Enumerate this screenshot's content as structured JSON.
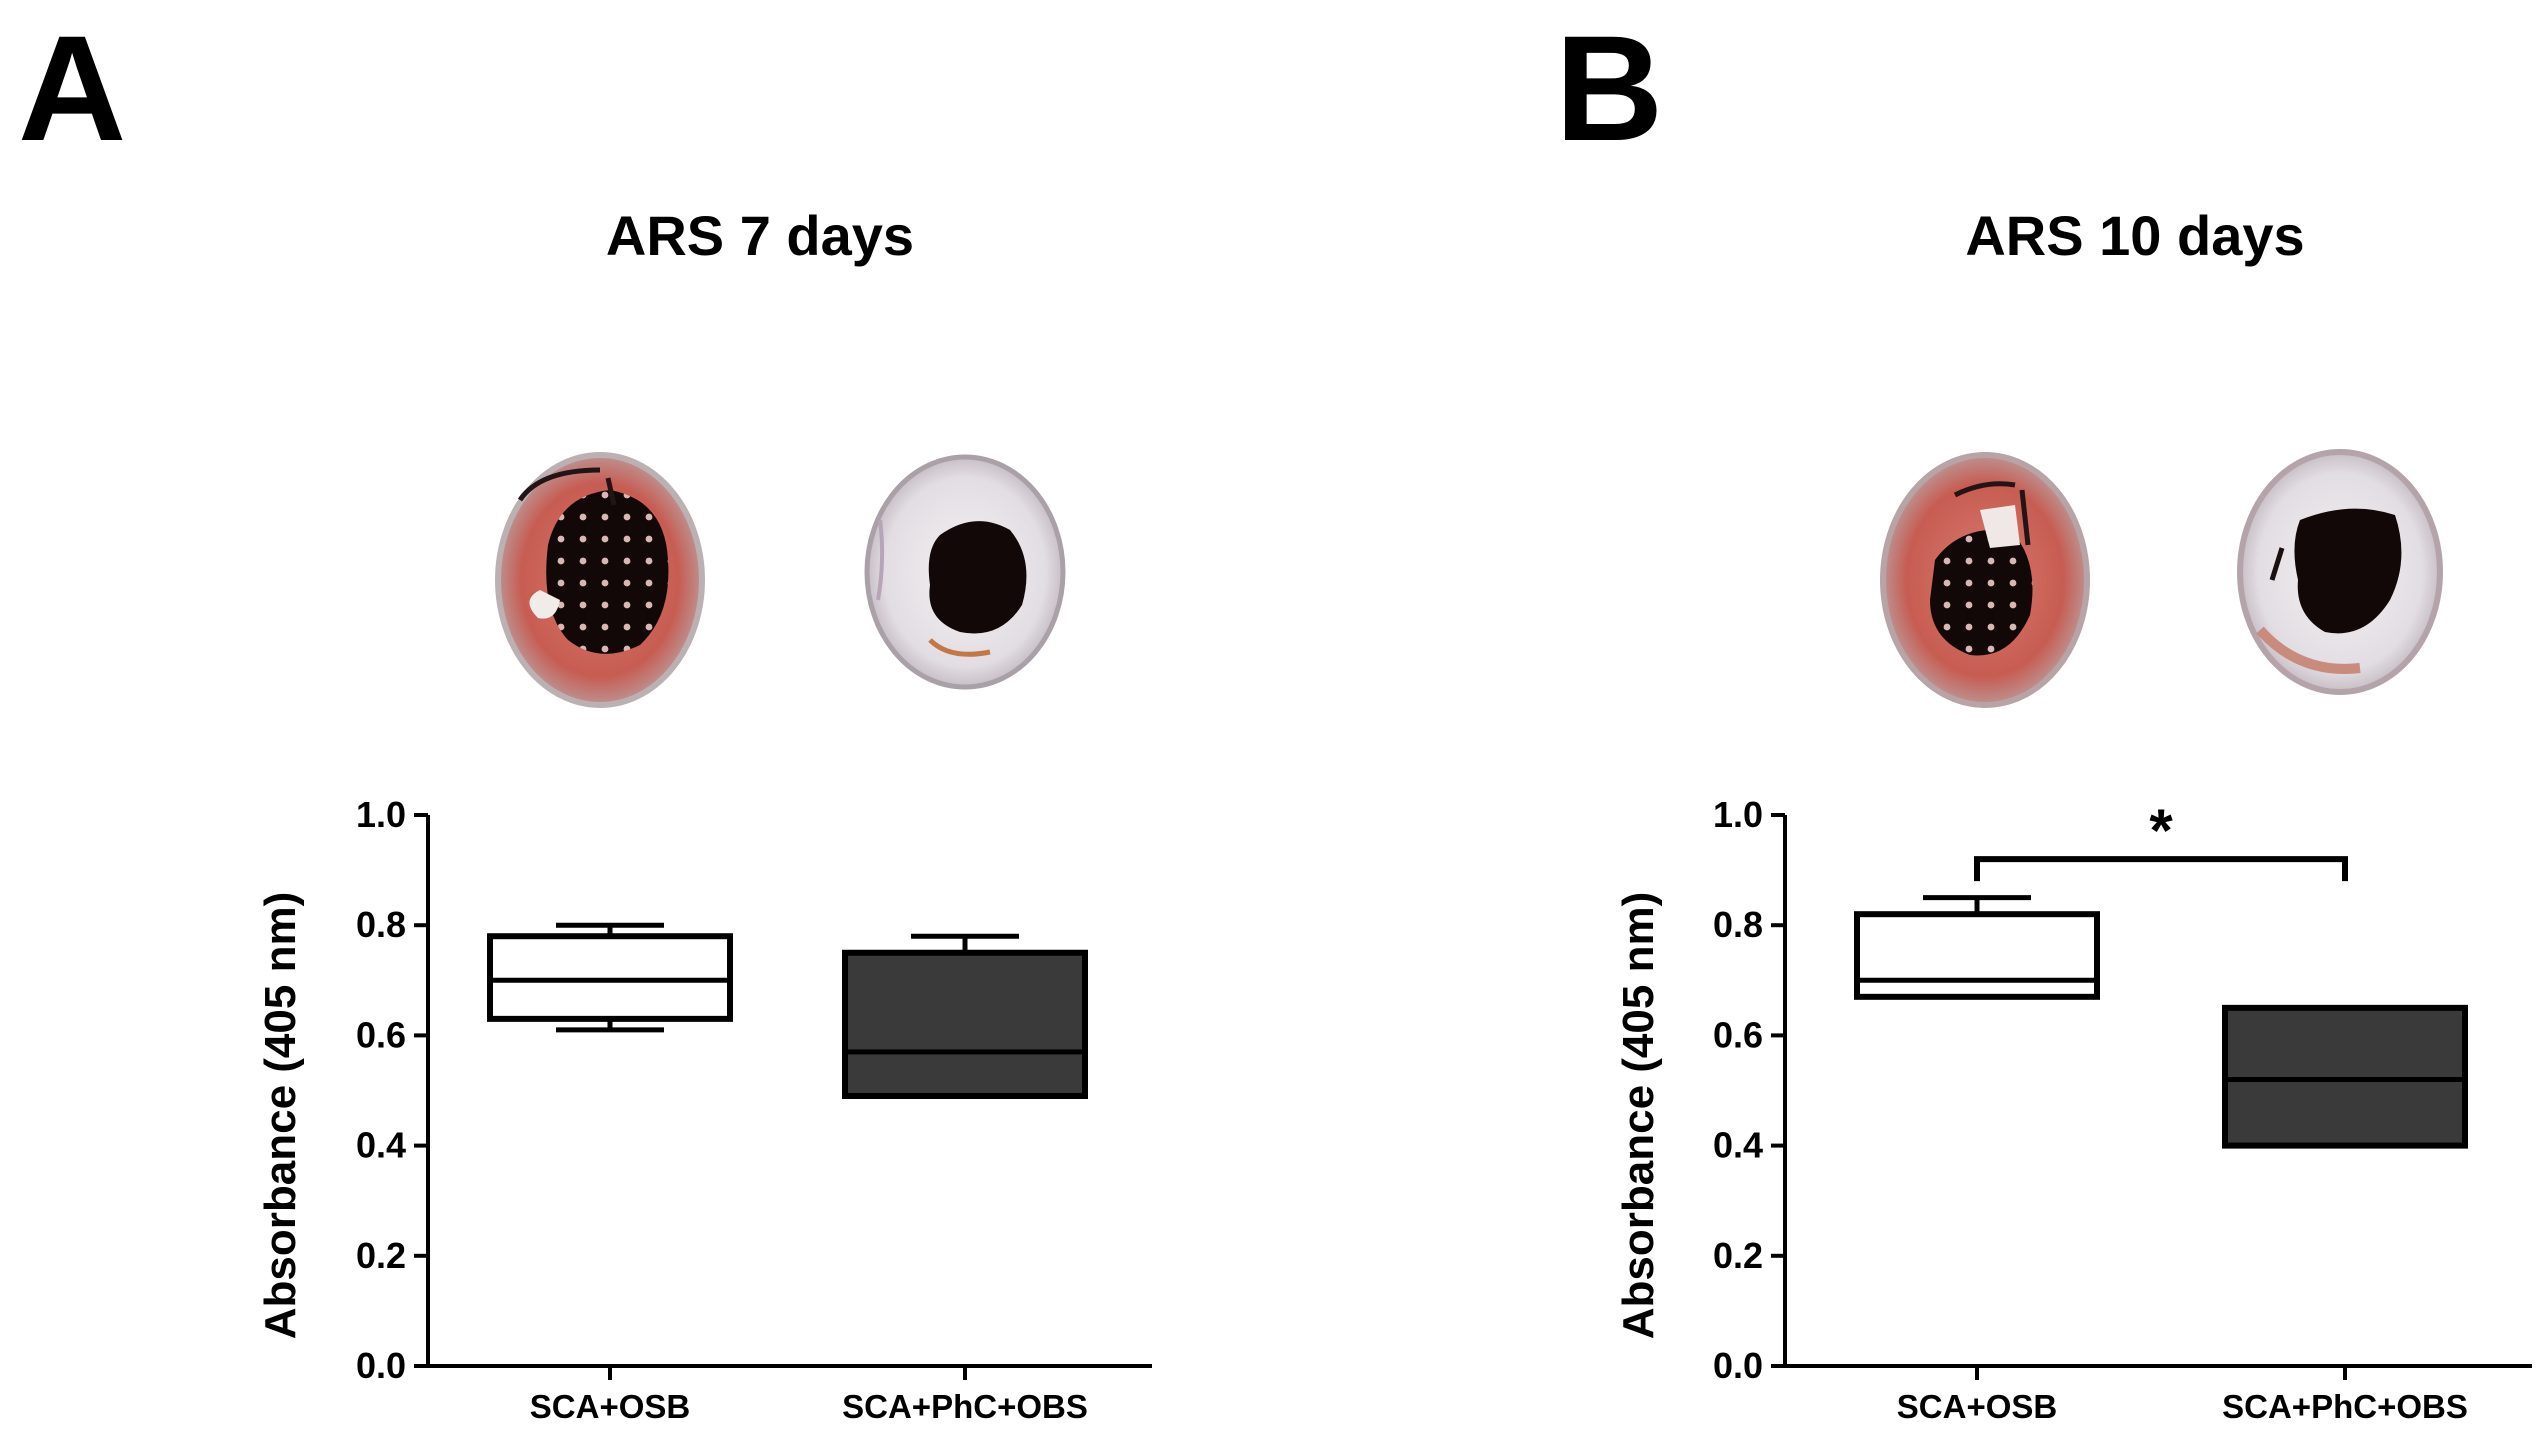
{
  "colors": {
    "box_fill_osb": "#ffffff",
    "box_fill_phc": "#3a3a3a",
    "stroke": "#000000",
    "well_red": "#c9645a",
    "well_light": "#e7e3e6",
    "scaffold": "#120808"
  },
  "panels": [
    {
      "letter": "A",
      "title": "ARS 7 days",
      "well_images": [
        {
          "name": "SCA+OSB well",
          "stain": "red"
        },
        {
          "name": "SCA+PhC+OBS well",
          "stain": "light"
        }
      ],
      "chart_data": {
        "type": "box",
        "title": "ARS 7 days",
        "ylabel": "Absorbance (405 nm)",
        "xlabel": "",
        "ylim": [
          0.0,
          1.0
        ],
        "yticks": [
          "0.0",
          "0.2",
          "0.4",
          "0.6",
          "0.8",
          "1.0"
        ],
        "categories": [
          "SCA+OSB",
          "SCA+PhC+OBS"
        ],
        "boxes": [
          {
            "category": "SCA+OSB",
            "min": 0.61,
            "q1": 0.63,
            "median": 0.7,
            "q3": 0.78,
            "max": 0.8,
            "fill": "white"
          },
          {
            "category": "SCA+PhC+OBS",
            "min": 0.49,
            "q1": 0.49,
            "median": 0.57,
            "q3": 0.75,
            "max": 0.78,
            "fill": "dark"
          }
        ],
        "significance": null
      }
    },
    {
      "letter": "B",
      "title": "ARS 10 days",
      "well_images": [
        {
          "name": "SCA+OSB well",
          "stain": "red"
        },
        {
          "name": "SCA+PhC+OBS well",
          "stain": "light"
        }
      ],
      "chart_data": {
        "type": "box",
        "title": "ARS 10 days",
        "ylabel": "Absorbance (405 nm)",
        "xlabel": "",
        "ylim": [
          0.0,
          1.0
        ],
        "yticks": [
          "0.0",
          "0.2",
          "0.4",
          "0.6",
          "0.8",
          "1.0"
        ],
        "categories": [
          "SCA+OSB",
          "SCA+PhC+OBS"
        ],
        "boxes": [
          {
            "category": "SCA+OSB",
            "min": 0.67,
            "q1": 0.67,
            "median": 0.7,
            "q3": 0.82,
            "max": 0.85,
            "fill": "white"
          },
          {
            "category": "SCA+PhC+OBS",
            "min": 0.4,
            "q1": 0.4,
            "median": 0.52,
            "q3": 0.65,
            "max": 0.65,
            "fill": "dark"
          }
        ],
        "significance": {
          "from": 0,
          "to": 1,
          "level": 0.92,
          "label": "*"
        }
      }
    }
  ]
}
